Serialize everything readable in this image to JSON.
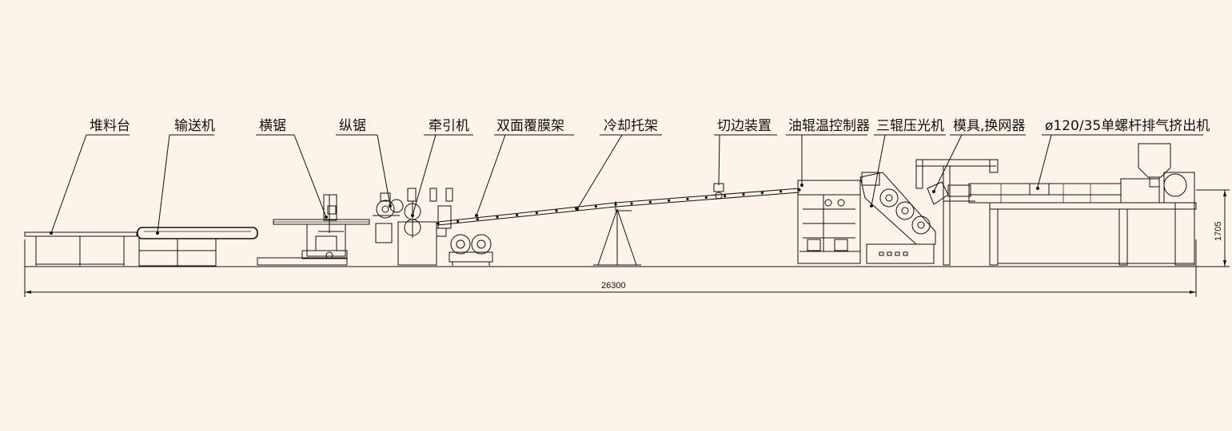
{
  "diagram": {
    "labels": {
      "stacker": "堆料台",
      "conveyor": "输送机",
      "cross_saw": "横锯",
      "longitudinal_saw": "纵锯",
      "haul_off": "牵引机",
      "laminating_rack": "双面覆膜架",
      "cooling_bracket": "冷却托架",
      "edge_trimmer": "切边装置",
      "oil_temp_controller": "油辊温控制器",
      "three_roll_calender": "三辊压光机",
      "die_screen_changer": "模具,换网器",
      "extruder": "ø120/35单螺杆排气挤出机"
    },
    "dimensions": {
      "total_length": "26300",
      "height": "1705"
    }
  }
}
